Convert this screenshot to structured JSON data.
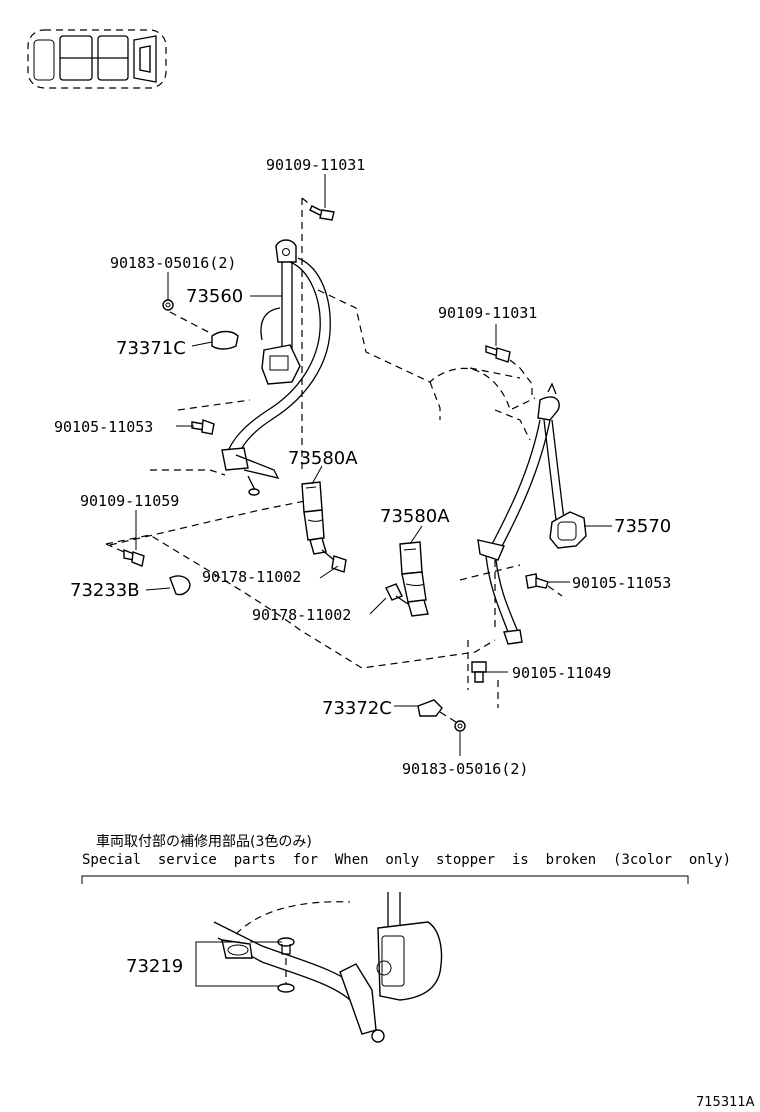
{
  "labels": {
    "p90109_11031_top": "90109-11031",
    "p90183_05016_top": "90183-05016(2)",
    "p73560": "73560",
    "p73371C": "73371C",
    "p90105_11053_left": "90105-11053",
    "p73580A_left": "73580A",
    "p90109_11059": "90109-11059",
    "p73233B": "73233B",
    "p90178_11002_a": "90178-11002",
    "p90178_11002_b": "90178-11002",
    "p90109_11031_right": "90109-11031",
    "p73580A_mid": "73580A",
    "p73570": "73570",
    "p90105_11053_right": "90105-11053",
    "p90105_11049": "90105-11049",
    "p73372C": "73372C",
    "p90183_05016_bottom": "90183-05016(2)",
    "p73219": "73219"
  },
  "note": {
    "japanese": "車両取付部の補修用部品(3色のみ)",
    "english": "Special  service  parts  for  When  only  stopper  is  broken  (3color  only)"
  },
  "figure_code": "715311A"
}
